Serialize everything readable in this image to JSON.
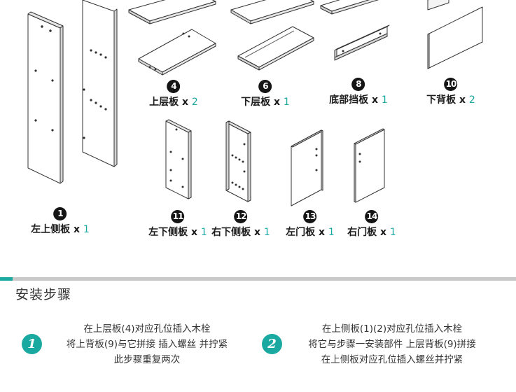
{
  "parts": [
    {
      "id": "part-1",
      "number": "1",
      "name": "左上侧板",
      "x_label": "x",
      "qty": "1"
    },
    {
      "id": "part-4",
      "number": "4",
      "name": "上层板",
      "x_label": "x",
      "qty": "2"
    },
    {
      "id": "part-6",
      "number": "6",
      "name": "下层板",
      "x_label": "x",
      "qty": "1"
    },
    {
      "id": "part-8",
      "number": "8",
      "name": "底部挡板",
      "x_label": "x",
      "qty": "1"
    },
    {
      "id": "part-10",
      "number": "10",
      "name": "下背板",
      "x_label": "x",
      "qty": "2"
    },
    {
      "id": "part-11",
      "number": "11",
      "name": "左下侧板",
      "x_label": "x",
      "qty": "1"
    },
    {
      "id": "part-12",
      "number": "12",
      "name": "右下侧板",
      "x_label": "x",
      "qty": "1"
    },
    {
      "id": "part-13",
      "number": "13",
      "name": "左门板",
      "x_label": "x",
      "qty": "1"
    },
    {
      "id": "part-14",
      "number": "14",
      "name": "右门板",
      "x_label": "x",
      "qty": "1"
    }
  ],
  "section_title": "安装步骤",
  "steps": [
    {
      "number": "1",
      "lines": [
        "在上层板(4)对应孔位插入木栓",
        "将上背板(9)与它拼接 插入螺丝 并拧紧",
        "此步骤重复两次"
      ]
    },
    {
      "number": "2",
      "lines": [
        "在上侧板(1)(2)对应孔位插入木栓",
        "将它与步骤一安装部件 上层背板(9)拼接",
        "在上侧板对应孔位插入螺丝并拧紧"
      ]
    }
  ],
  "colors": {
    "accent": "#1aa9a0",
    "badge": "#151515",
    "divider": "#c9c9c9"
  }
}
